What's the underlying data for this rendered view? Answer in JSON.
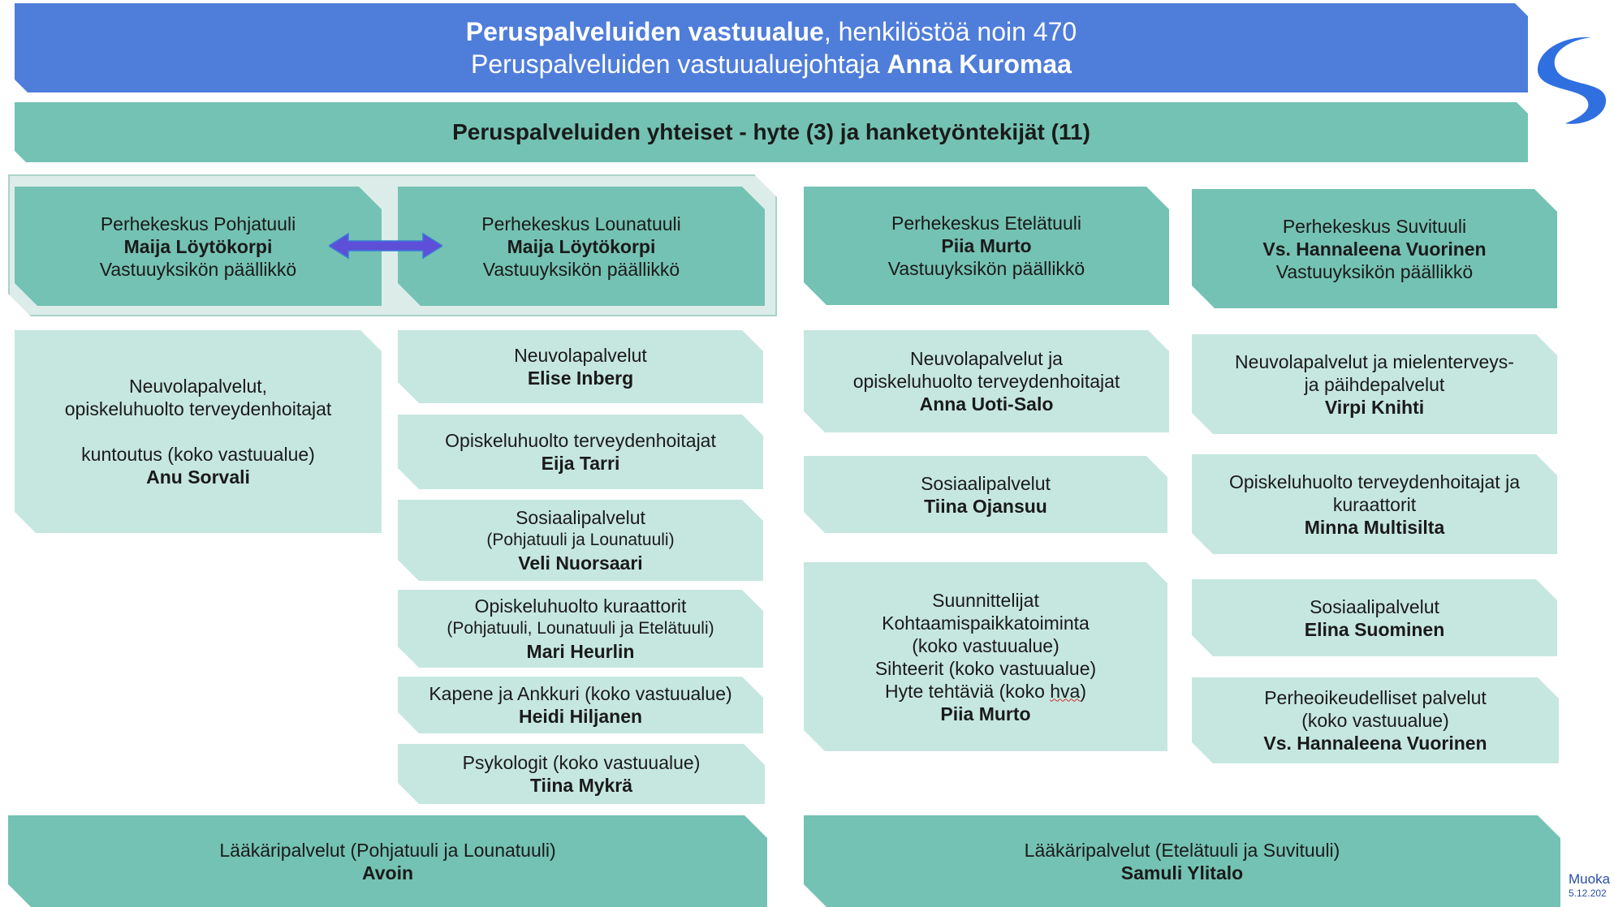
{
  "header": {
    "line1_bold": "Peruspalveluiden vastuualue",
    "line1_rest": ", henkilöstöä noin 470",
    "line2_prefix": "Peruspalveluiden vastuualuejohtaja ",
    "line2_name": "Anna Kuromaa"
  },
  "common_staff": "Peruspalveluiden yhteiset - hyte (3) ja hanketyöntekijät (11)",
  "centers": [
    {
      "title": "Perhekeskus Pohjatuuli",
      "name": "Maija Löytökorpi",
      "role": "Vastuuyksikön päällikkö"
    },
    {
      "title": "Perhekeskus Lounatuuli",
      "name": "Maija Löytökorpi",
      "role": "Vastuuyksikön päällikkö"
    },
    {
      "title": "Perhekeskus Etelätuuli",
      "name": "Piia Murto",
      "role": "Vastuuyksikön päällikkö"
    },
    {
      "title": "Perhekeskus Suvituuli",
      "name": "Vs. Hannaleena Vuorinen",
      "role": "Vastuuyksikön päällikkö"
    }
  ],
  "col1": {
    "l1": "Neuvolapalvelut,",
    "l2": "opiskeluhuolto terveydenhoitajat",
    "l3": "kuntoutus (koko vastuualue)",
    "name": "Anu Sorvali"
  },
  "col2": [
    {
      "l1": "Neuvolapalvelut",
      "name": "Elise Inberg"
    },
    {
      "l1": "Opiskeluhuolto terveydenhoitajat",
      "name": "Eija Tarri"
    },
    {
      "l1": "Sosiaalipalvelut",
      "l2": "(Pohjatuuli ja Lounatuuli)",
      "name": "Veli Nuorsaari"
    },
    {
      "l1": "Opiskeluhuolto kuraattorit",
      "l2": "(Pohjatuuli, Lounatuuli ja Etelätuuli)",
      "name": "Mari Heurlin"
    },
    {
      "l1": "Kapene ja Ankkuri (koko vastuualue)",
      "name": "Heidi Hiljanen"
    },
    {
      "l1": "Psykologit (koko vastuualue)",
      "name": "Tiina Mykrä"
    }
  ],
  "col3": {
    "neuvola": {
      "l1": "Neuvolapalvelut ja",
      "l2": "opiskeluhuolto terveydenhoitajat",
      "name": "Anna Uoti-Salo"
    },
    "sosiaali": {
      "l1": "Sosiaalipalvelut",
      "name": "Tiina Ojansuu"
    },
    "suunnittelu": {
      "l1": "Suunnittelijat",
      "l2": "Kohtaamispaikkatoiminta",
      "l3": "(koko vastuualue)",
      "l4": "Sihteerit (koko vastuualue)",
      "l5_prefix": "Hyte tehtäviä (koko ",
      "l5_wavy": "hva",
      "l5_suffix": ")",
      "name": "Piia Murto"
    }
  },
  "col4": [
    {
      "l1": "Neuvolapalvelut ja mielenterveys-",
      "l2": "ja päihdepalvelut",
      "name": "Virpi Knihti"
    },
    {
      "l1": "Opiskeluhuolto terveydenhoitajat ja",
      "l2": "kuraattorit",
      "name": "Minna Multisilta"
    },
    {
      "l1": "Sosiaalipalvelut",
      "name": "Elina Suominen"
    },
    {
      "l1": "Perheoikeudelliset palvelut",
      "l2": "(koko vastuualue)",
      "name": "Vs. Hannaleena Vuorinen"
    }
  ],
  "doctors": [
    {
      "l1": "Lääkäripalvelut (Pohjatuuli ja Lounatuuli)",
      "name": "Avoin"
    },
    {
      "l1": "Lääkäripalvelut (Etelätuuli ja Suvituuli)",
      "name": "Samuli Ylitalo"
    }
  ],
  "stamp": {
    "line1": "Muoka",
    "line2": "5.12.202"
  },
  "colors": {
    "header_blue": "#4f7dda",
    "teal_dark": "#74c2b3",
    "teal_light": "#c6e7e0",
    "logo_blue": "#2f6fe0",
    "arrow_purple": "#5d4fd8"
  },
  "icons": {
    "logo": "wave-s-logo",
    "arrow": "double-arrow-icon"
  }
}
